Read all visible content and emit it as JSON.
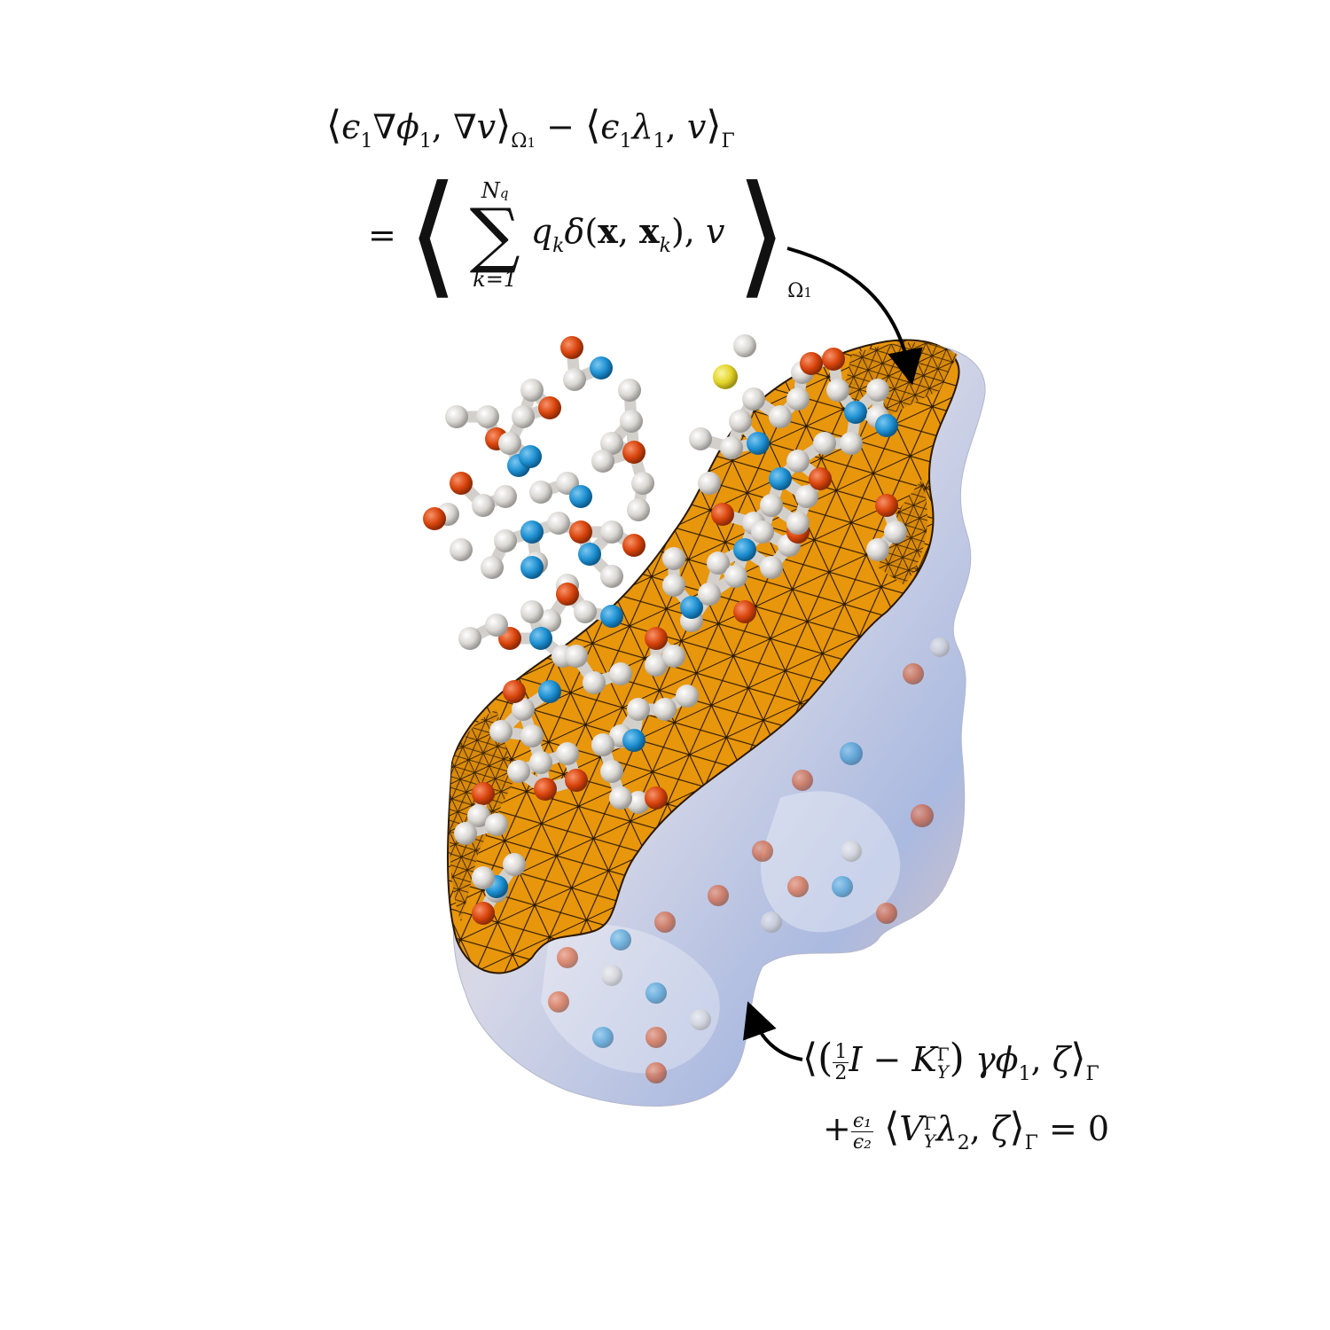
{
  "equation_top": {
    "line1": {
      "eps": "ϵ",
      "eps_sub": "1",
      "nabla": "∇",
      "phi": "ϕ",
      "phi_sub": "1",
      "v": "v",
      "omega": "Ω",
      "omega_sub": "1",
      "minus": "−",
      "lambda": "λ",
      "lambda_sub": "1",
      "gamma": "Γ"
    },
    "line2": {
      "equals": "=",
      "sum_upper": "N",
      "sum_upper_sub": "q",
      "sum_lower": "k=1",
      "sigma": "∑",
      "q": "q",
      "q_sub": "k",
      "delta": "δ",
      "x": "x",
      "x_sub": "k",
      "v": "v",
      "omega": "Ω",
      "omega_sub": "1"
    }
  },
  "equation_bottom": {
    "line1": {
      "half_num": "1",
      "half_den": "2",
      "I": "I",
      "minus": "−",
      "K": "K",
      "K_sup": "Γ",
      "K_sub": "Y",
      "gamma_op": "γ",
      "phi": "ϕ",
      "phi_sub": "1",
      "zeta": "ζ",
      "Gamma": "Γ"
    },
    "line2": {
      "plus": "+",
      "frac_num": "ϵ₁",
      "frac_den": "ϵ₂",
      "V": "V",
      "V_sup": "Γ",
      "V_sub": "Y",
      "lambda": "λ",
      "lambda_sub": "2",
      "zeta": "ζ",
      "Gamma": "Γ",
      "equals_zero": "= 0"
    }
  },
  "colors": {
    "mesh_orange": "#e8960c",
    "mesh_edge": "#2a1800",
    "surface_blue": "#8fa3d6",
    "surface_peach": "#e8b49a",
    "carbon": "#d9d6d2",
    "nitrogen": "#1e90d2",
    "oxygen": "#d9440c",
    "sulfur": "#e3d52a",
    "arrow": "#000000"
  },
  "icons": [
    "arrow-top-icon",
    "arrow-bottom-icon"
  ]
}
